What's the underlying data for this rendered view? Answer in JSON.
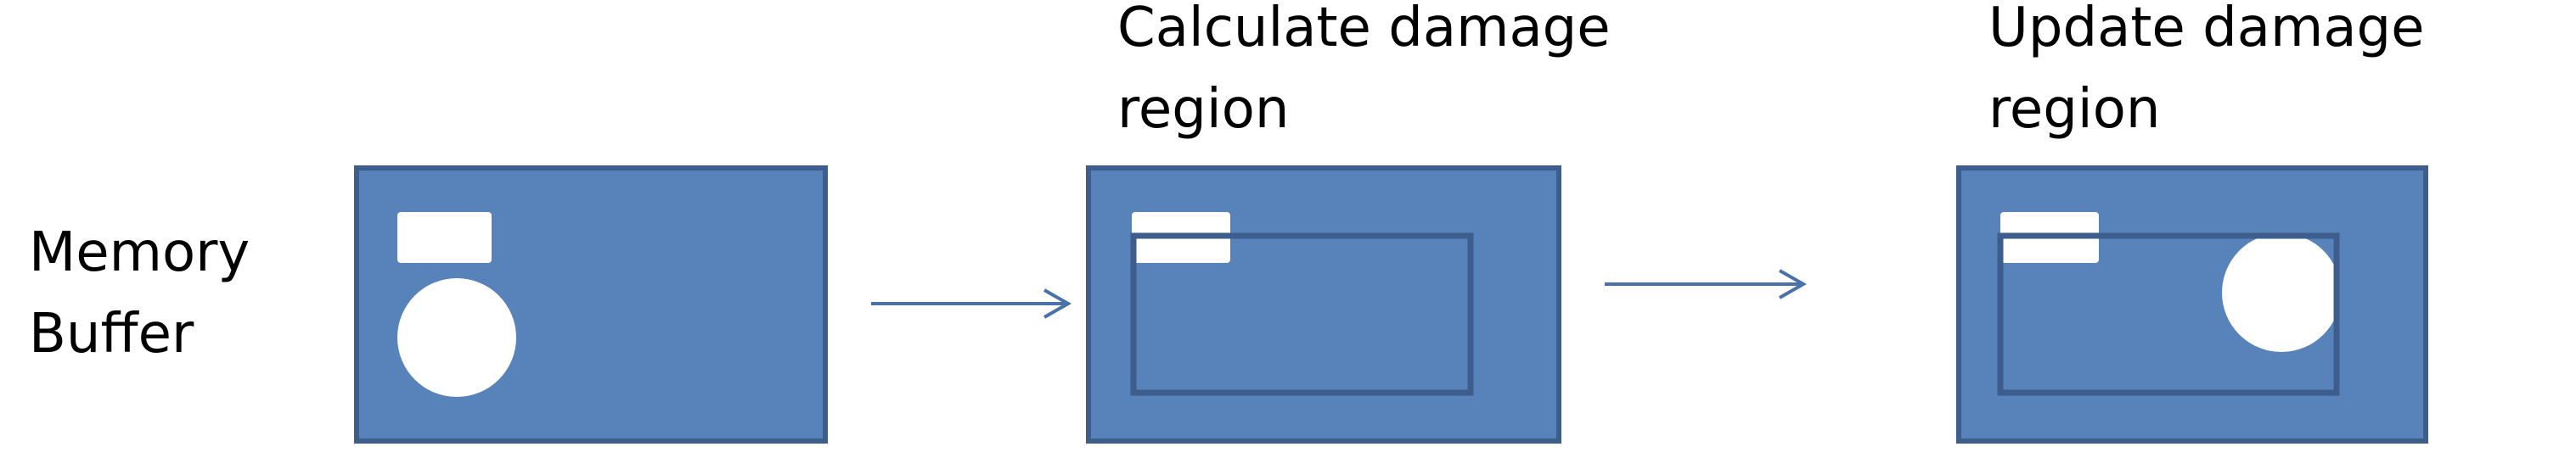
{
  "labels": {
    "memory_buffer_line1": "Memory",
    "memory_buffer_line2": "Buffer",
    "calculate_line1": "Calculate damage",
    "calculate_line2": "region",
    "update_line1": "Update damage",
    "update_line2": "region"
  },
  "colors": {
    "buffer_fill": "#5882BA",
    "buffer_stroke": "#3D5E8C",
    "region_stroke": "#3D5E8C",
    "content_fill": "#FFFFFF",
    "arrow": "#4A72A8"
  }
}
